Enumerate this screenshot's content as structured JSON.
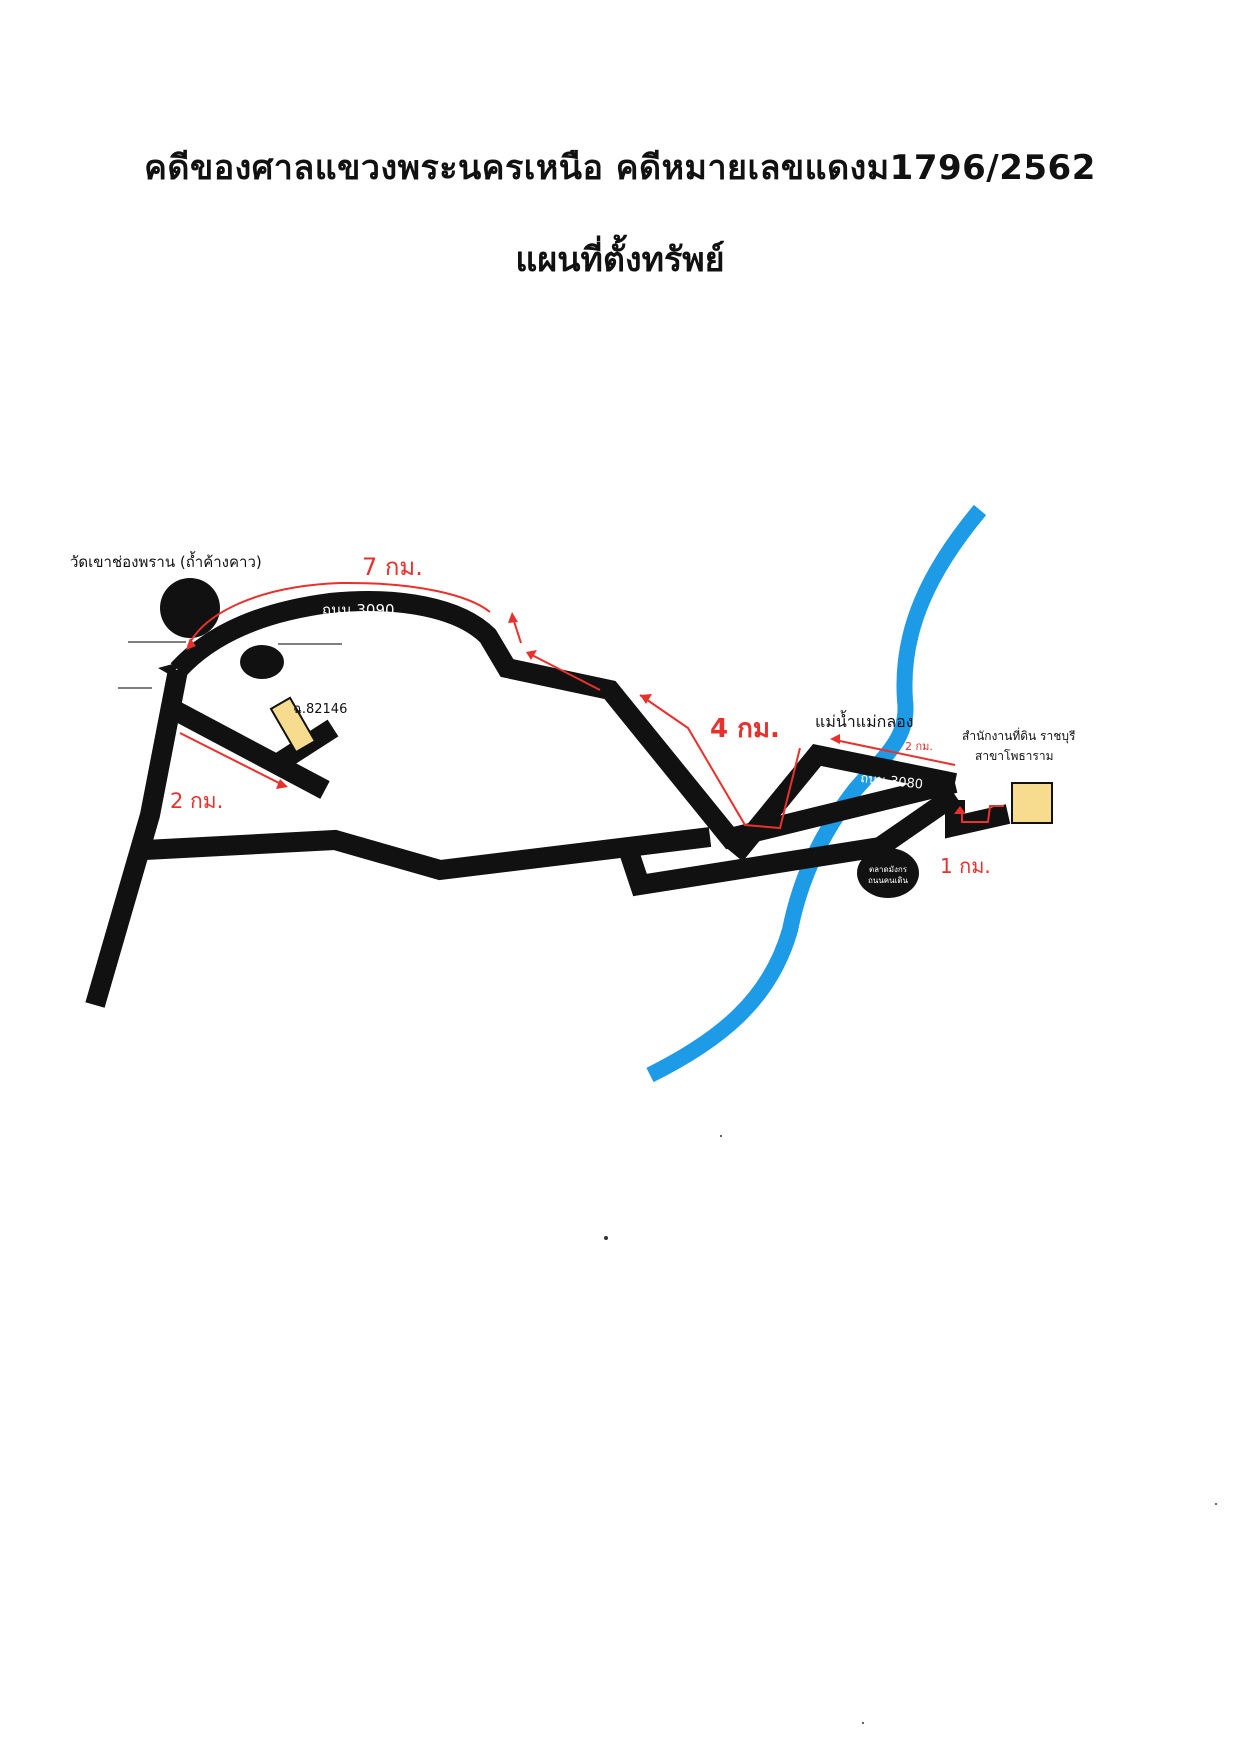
{
  "header": {
    "title": "คดีของศาลแขวงพระนครเหนือ คดีหมายเลขแดงม1796/2562",
    "subtitle": "แผนที่ตั้งทรัพย์"
  },
  "colors": {
    "road": "#111111",
    "river": "#1e9be6",
    "route": "#e8302c",
    "plot": "#f7dc8f"
  },
  "map": {
    "temple_label": "วัดเขาช่องพราน (ถ้ำค้างคาว)",
    "road_3090": "ถนน 3090",
    "road_3080": "ถนน 3080",
    "river_label": "แม่น้ำแม่กลอง",
    "office_label_line1": "สำนักงานที่ดิน ราชบุรี",
    "office_label_line2": "สาขาโพธาราม",
    "plot_label": "ฉ.82146",
    "market_line1": "ตลาดมังกร",
    "market_line2": "ถนนคนเดิน",
    "distance_7km": "7 กม.",
    "distance_4km": "4 กม.",
    "distance_2km_left": "2 กม.",
    "distance_2km_right": "2 กม.",
    "distance_1km": "1 กม."
  }
}
